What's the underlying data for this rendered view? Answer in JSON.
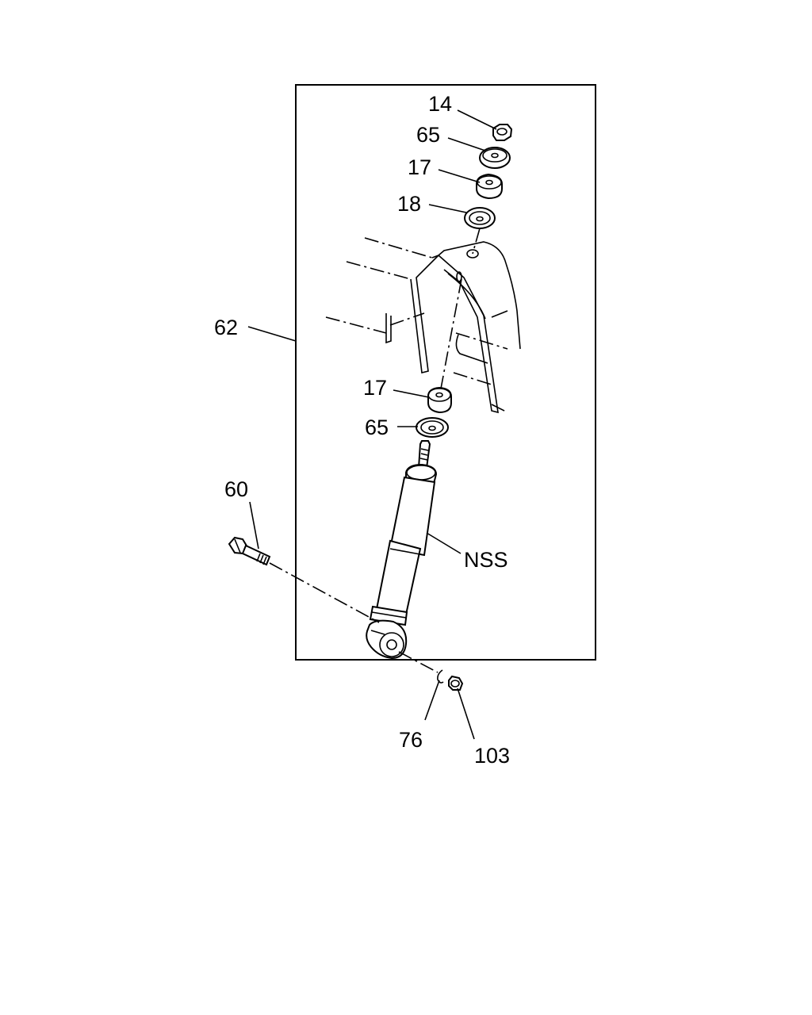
{
  "diagram": {
    "assembly_label": "62",
    "callouts": [
      {
        "id": "nut-top",
        "text": "14"
      },
      {
        "id": "washer-upper",
        "text": "65"
      },
      {
        "id": "bushing-upper",
        "text": "17"
      },
      {
        "id": "cup-washer",
        "text": "18"
      },
      {
        "id": "bushing-lower",
        "text": "17"
      },
      {
        "id": "washer-lower",
        "text": "65"
      },
      {
        "id": "bolt",
        "text": "60"
      },
      {
        "id": "shock-absorber",
        "text": "NSS"
      },
      {
        "id": "washer-bottom",
        "text": "76"
      },
      {
        "id": "nut-bottom",
        "text": "103"
      }
    ]
  }
}
